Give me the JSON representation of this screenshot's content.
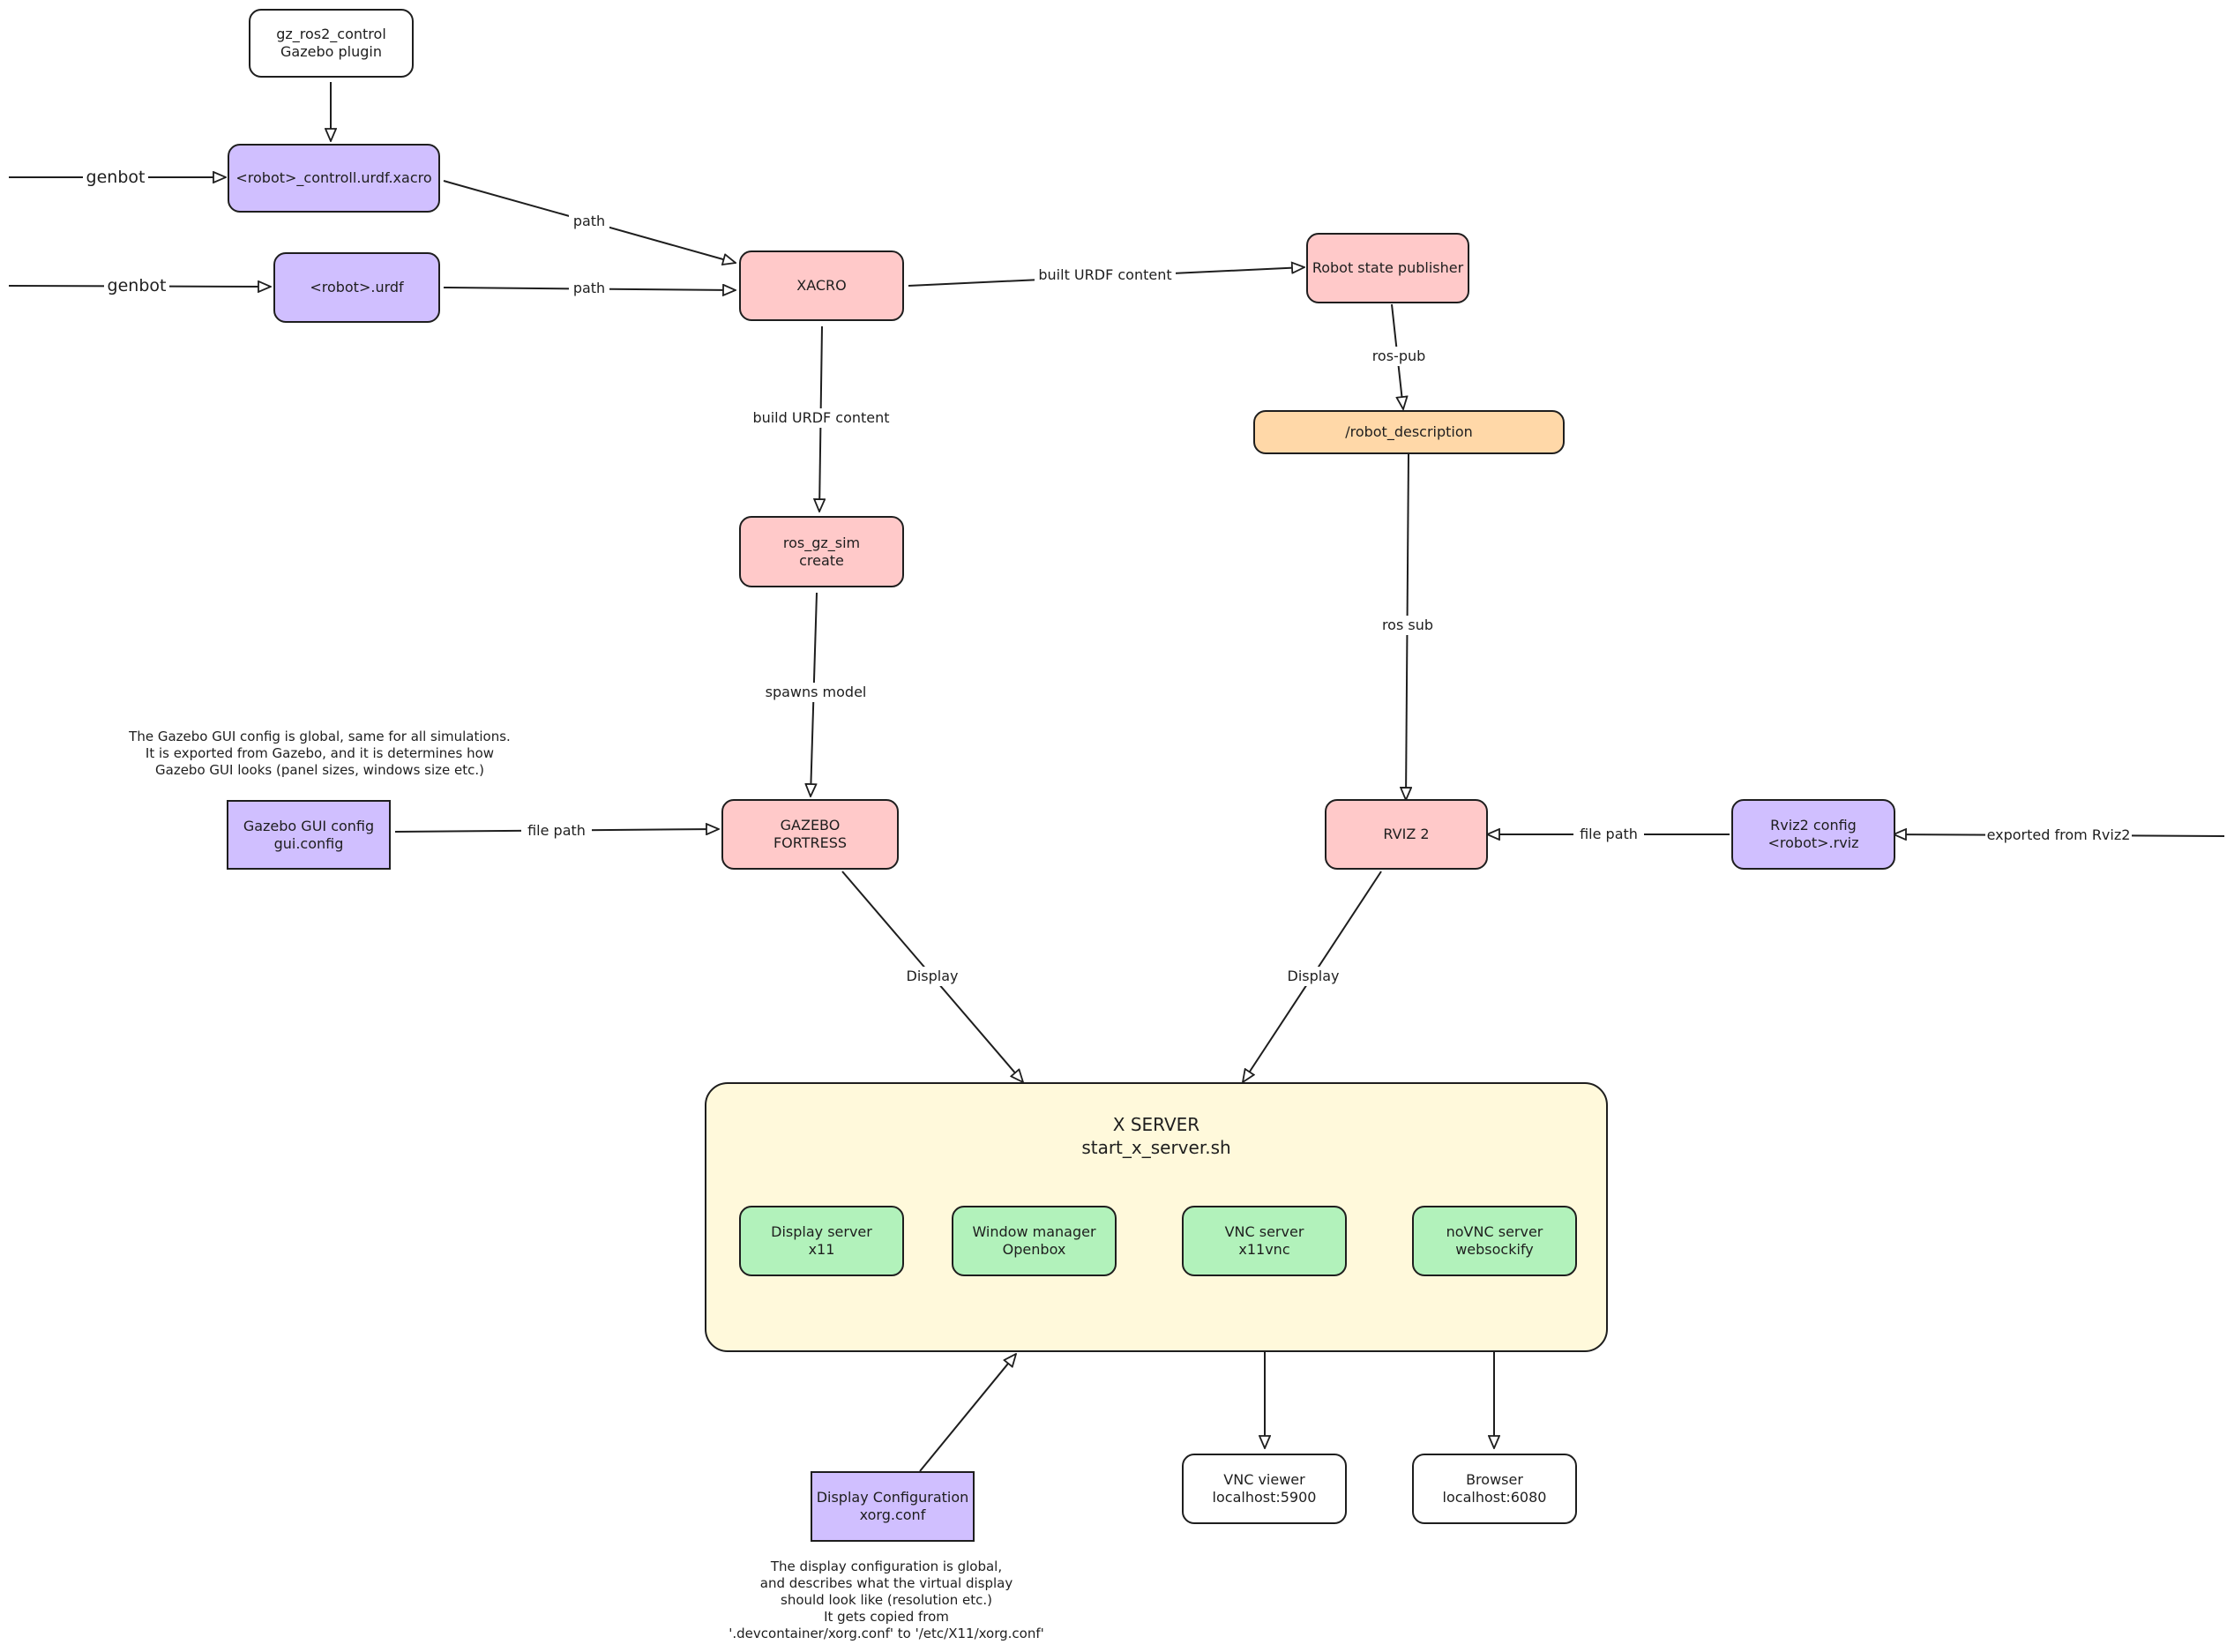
{
  "nodes": {
    "gz_plugin": "gz_ros2_control\nGazebo plugin",
    "control_xacro": "<robot>_controll.urdf.xacro",
    "robot_urdf": "<robot>.urdf",
    "xacro": "XACRO",
    "robot_state_publisher": "Robot state publisher",
    "robot_description": "/robot_description",
    "ros_gz_sim": "ros_gz_sim\ncreate",
    "gazebo_gui_config": "Gazebo GUI config\ngui.config",
    "gazebo_fortress": "GAZEBO\nFORTRESS",
    "rviz2": "RVIZ 2",
    "rviz2_config": "Rviz2 config\n<robot>.rviz",
    "display_server": "Display server\nx11",
    "window_manager": "Window manager\nOpenbox",
    "vnc_server": "VNC server\nx11vnc",
    "novnc_server": "noVNC server\nwebsockify",
    "vnc_viewer": "VNC viewer\nlocalhost:5900",
    "browser": "Browser\nlocalhost:6080",
    "display_configuration": "Display Configuration\nxorg.conf"
  },
  "x_server": {
    "title": "X SERVER\nstart_x_server.sh"
  },
  "edge_labels": {
    "genbot_1": "genbot",
    "genbot_2": "genbot",
    "path_1": "path",
    "path_2": "path",
    "built_urdf_content": "built URDF content",
    "build_urdf_content": "build URDF content",
    "ros_pub": "ros-pub",
    "ros_sub": "ros sub",
    "spawns_model": "spawns model",
    "file_path_gazebo": "file path",
    "file_path_rviz": "file path",
    "exported_from_rviz2": "exported from Rviz2",
    "display_gazebo": "Display",
    "display_rviz": "Display"
  },
  "notes": {
    "gazebo_gui_note": "The Gazebo GUI config is global, same for all simulations.\nIt is exported from Gazebo, and it is determines how\nGazebo GUI looks (panel sizes, windows size etc.)",
    "display_config_note": "The display configuration is global,\nand describes what the virtual display\nshould look like (resolution etc.)\nIt gets copied from\n'.devcontainer/xorg.conf' to '/etc/X11/xorg.conf'"
  },
  "colors": {
    "purple": "#d0bfff",
    "pink": "#ffc9c9",
    "orange": "#ffd8a8",
    "green": "#b2f2bb",
    "yellow": "#fff9db",
    "stroke": "#1e1e1e"
  }
}
